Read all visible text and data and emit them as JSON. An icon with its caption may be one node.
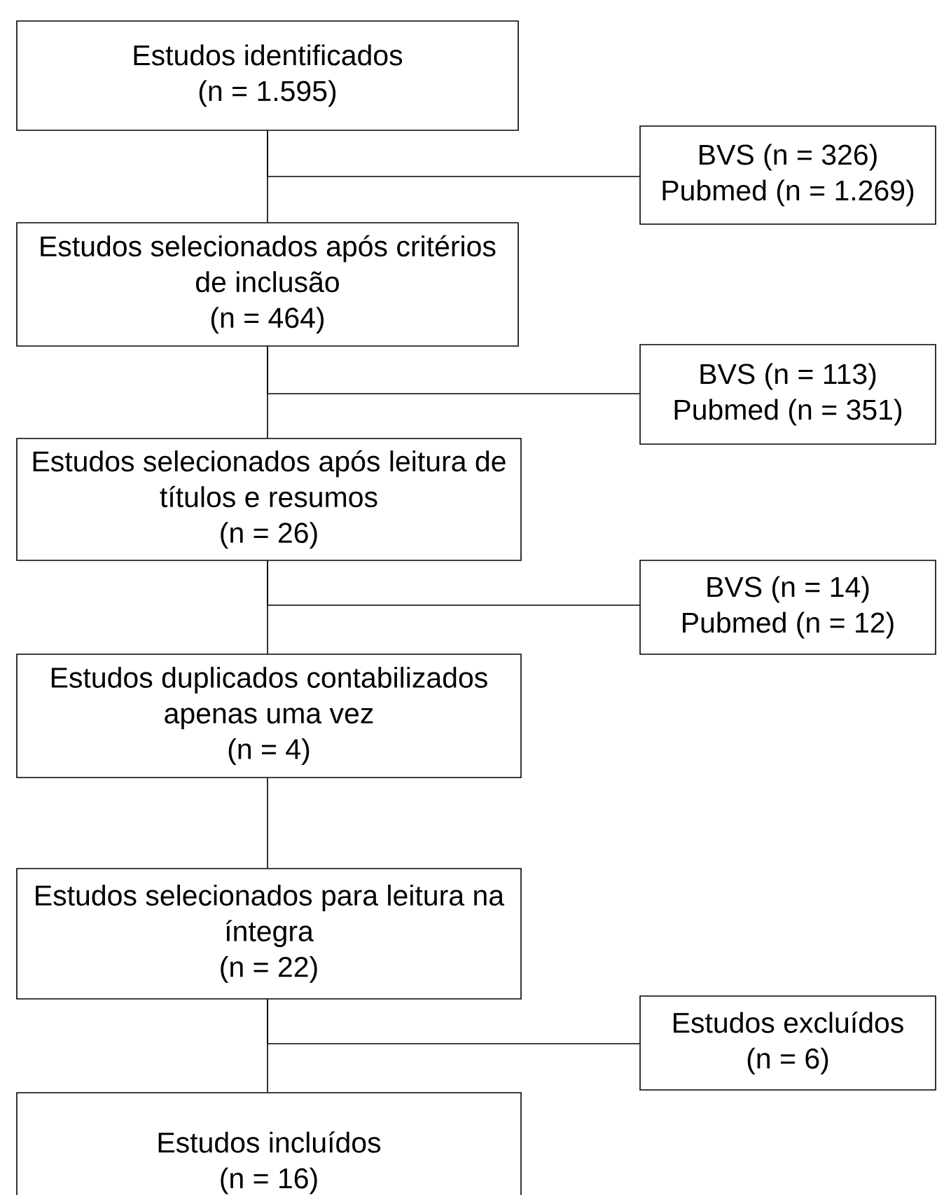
{
  "diagram": {
    "nodes": [
      {
        "text": [
          "Estudos identificados",
          "(n = 1.595)"
        ]
      },
      {
        "text": [
          "BVS (n = 326)",
          "Pubmed (n = 1.269)"
        ]
      },
      {
        "text": [
          "Estudos selecionados após critérios de inclusão",
          "(n = 464)"
        ]
      },
      {
        "text": [
          "BVS (n = 113)",
          "Pubmed (n = 351)"
        ]
      },
      {
        "text": [
          "Estudos selecionados após leitura de títulos e resumos",
          "(n = 26)"
        ]
      },
      {
        "text": [
          "BVS (n = 14)",
          "Pubmed (n = 12)"
        ]
      },
      {
        "text": [
          "Estudos duplicados contabilizados apenas uma vez",
          "(n = 4)"
        ]
      },
      {
        "text": [
          "Estudos selecionados para leitura na íntegra",
          "(n = 22)"
        ]
      },
      {
        "text": [
          "Estudos excluídos",
          "(n = 6)"
        ]
      },
      {
        "text": [
          "Estudos incluídos",
          "(n = 16)"
        ]
      }
    ],
    "edges": [
      {
        "from": 0,
        "to": 2,
        "arrow": "none"
      },
      {
        "from": 0,
        "to": 1,
        "arrow": "none"
      },
      {
        "from": 2,
        "to": 4,
        "arrow": "none"
      },
      {
        "from": 2,
        "to": 3,
        "arrow": "none"
      },
      {
        "from": 4,
        "to": 6,
        "arrow": "none"
      },
      {
        "from": 4,
        "to": 5,
        "arrow": "none"
      },
      {
        "from": 6,
        "to": 7,
        "arrow": "none"
      },
      {
        "from": 7,
        "to": 9,
        "arrow": "none"
      },
      {
        "from": 7,
        "to": 8,
        "arrow": "none"
      }
    ]
  }
}
